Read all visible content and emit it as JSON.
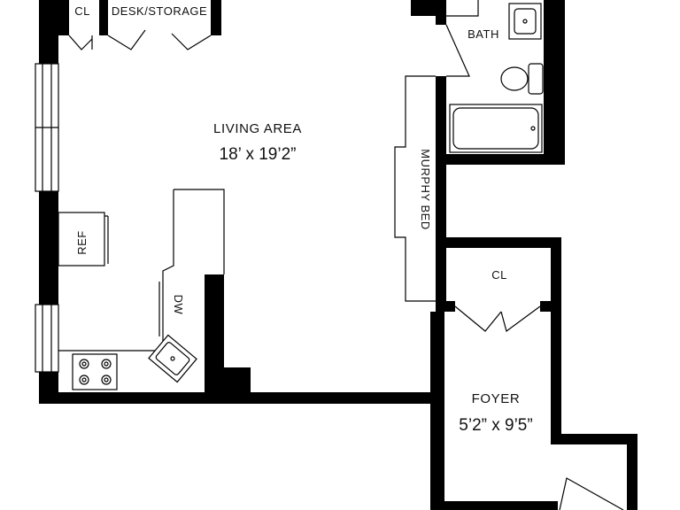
{
  "rooms": {
    "closet_top": "CL",
    "desk_storage": "DESK/STORAGE",
    "bath": "BATH",
    "living_area": "LIVING AREA",
    "living_dims": "18’ x 19’2”",
    "murphy_bed": "MURPHY BED",
    "refrigerator": "REF",
    "dishwasher": "DW",
    "closet_foyer": "CL",
    "foyer": "FOYER",
    "foyer_dims": "5’2” x 9’5”"
  },
  "colors": {
    "wall": "#000000",
    "background": "#ffffff"
  }
}
